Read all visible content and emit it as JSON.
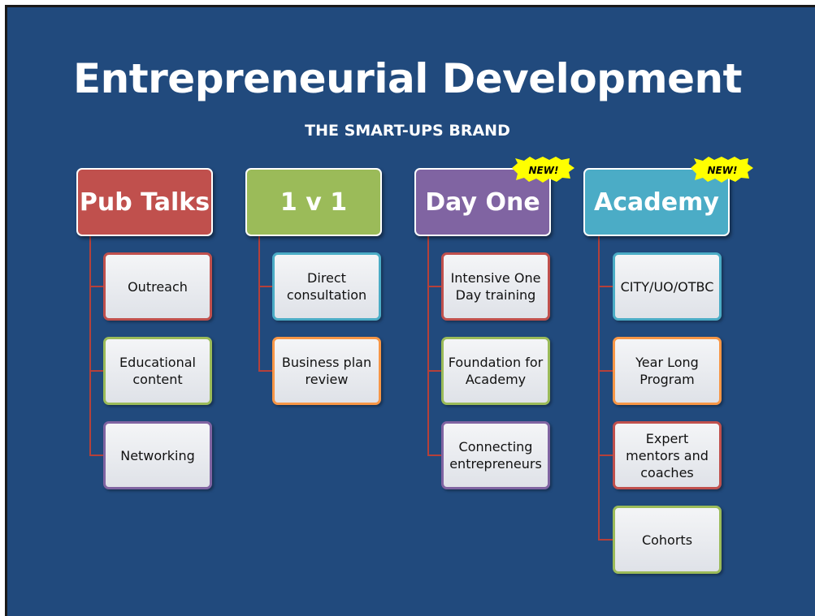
{
  "title": "Entrepreneurial Development",
  "subtitle": "THE SMART-UPS BRAND",
  "colors": {
    "background": "#214a7d",
    "connector": "#b5403a",
    "badge": "#ffff00"
  },
  "columns": [
    {
      "header": "Pub Talks",
      "header_color": "#c0504d",
      "badge": "",
      "items": [
        {
          "label": "Outreach",
          "border": "#c0504d"
        },
        {
          "label": "Educational content",
          "border": "#9bbb59"
        },
        {
          "label": "Networking",
          "border": "#8064a2"
        }
      ]
    },
    {
      "header": "1 v 1",
      "header_color": "#9bbb59",
      "badge": "",
      "items": [
        {
          "label": "Direct consultation",
          "border": "#4bacc6"
        },
        {
          "label": "Business plan review",
          "border": "#f79646"
        }
      ]
    },
    {
      "header": "Day One",
      "header_color": "#8064a2",
      "badge": "NEW!",
      "items": [
        {
          "label": "Intensive One Day training",
          "border": "#c0504d"
        },
        {
          "label": "Foundation for Academy",
          "border": "#9bbb59"
        },
        {
          "label": "Connecting entrepreneurs",
          "border": "#8064a2"
        }
      ]
    },
    {
      "header": "Academy",
      "header_color": "#4bacc6",
      "badge": "NEW!",
      "items": [
        {
          "label": "CITY/UO/OTBC",
          "border": "#4bacc6"
        },
        {
          "label": "Year Long Program",
          "border": "#f79646"
        },
        {
          "label": "Expert mentors and coaches",
          "border": "#c0504d"
        },
        {
          "label": "Cohorts",
          "border": "#9bbb59"
        }
      ]
    }
  ]
}
